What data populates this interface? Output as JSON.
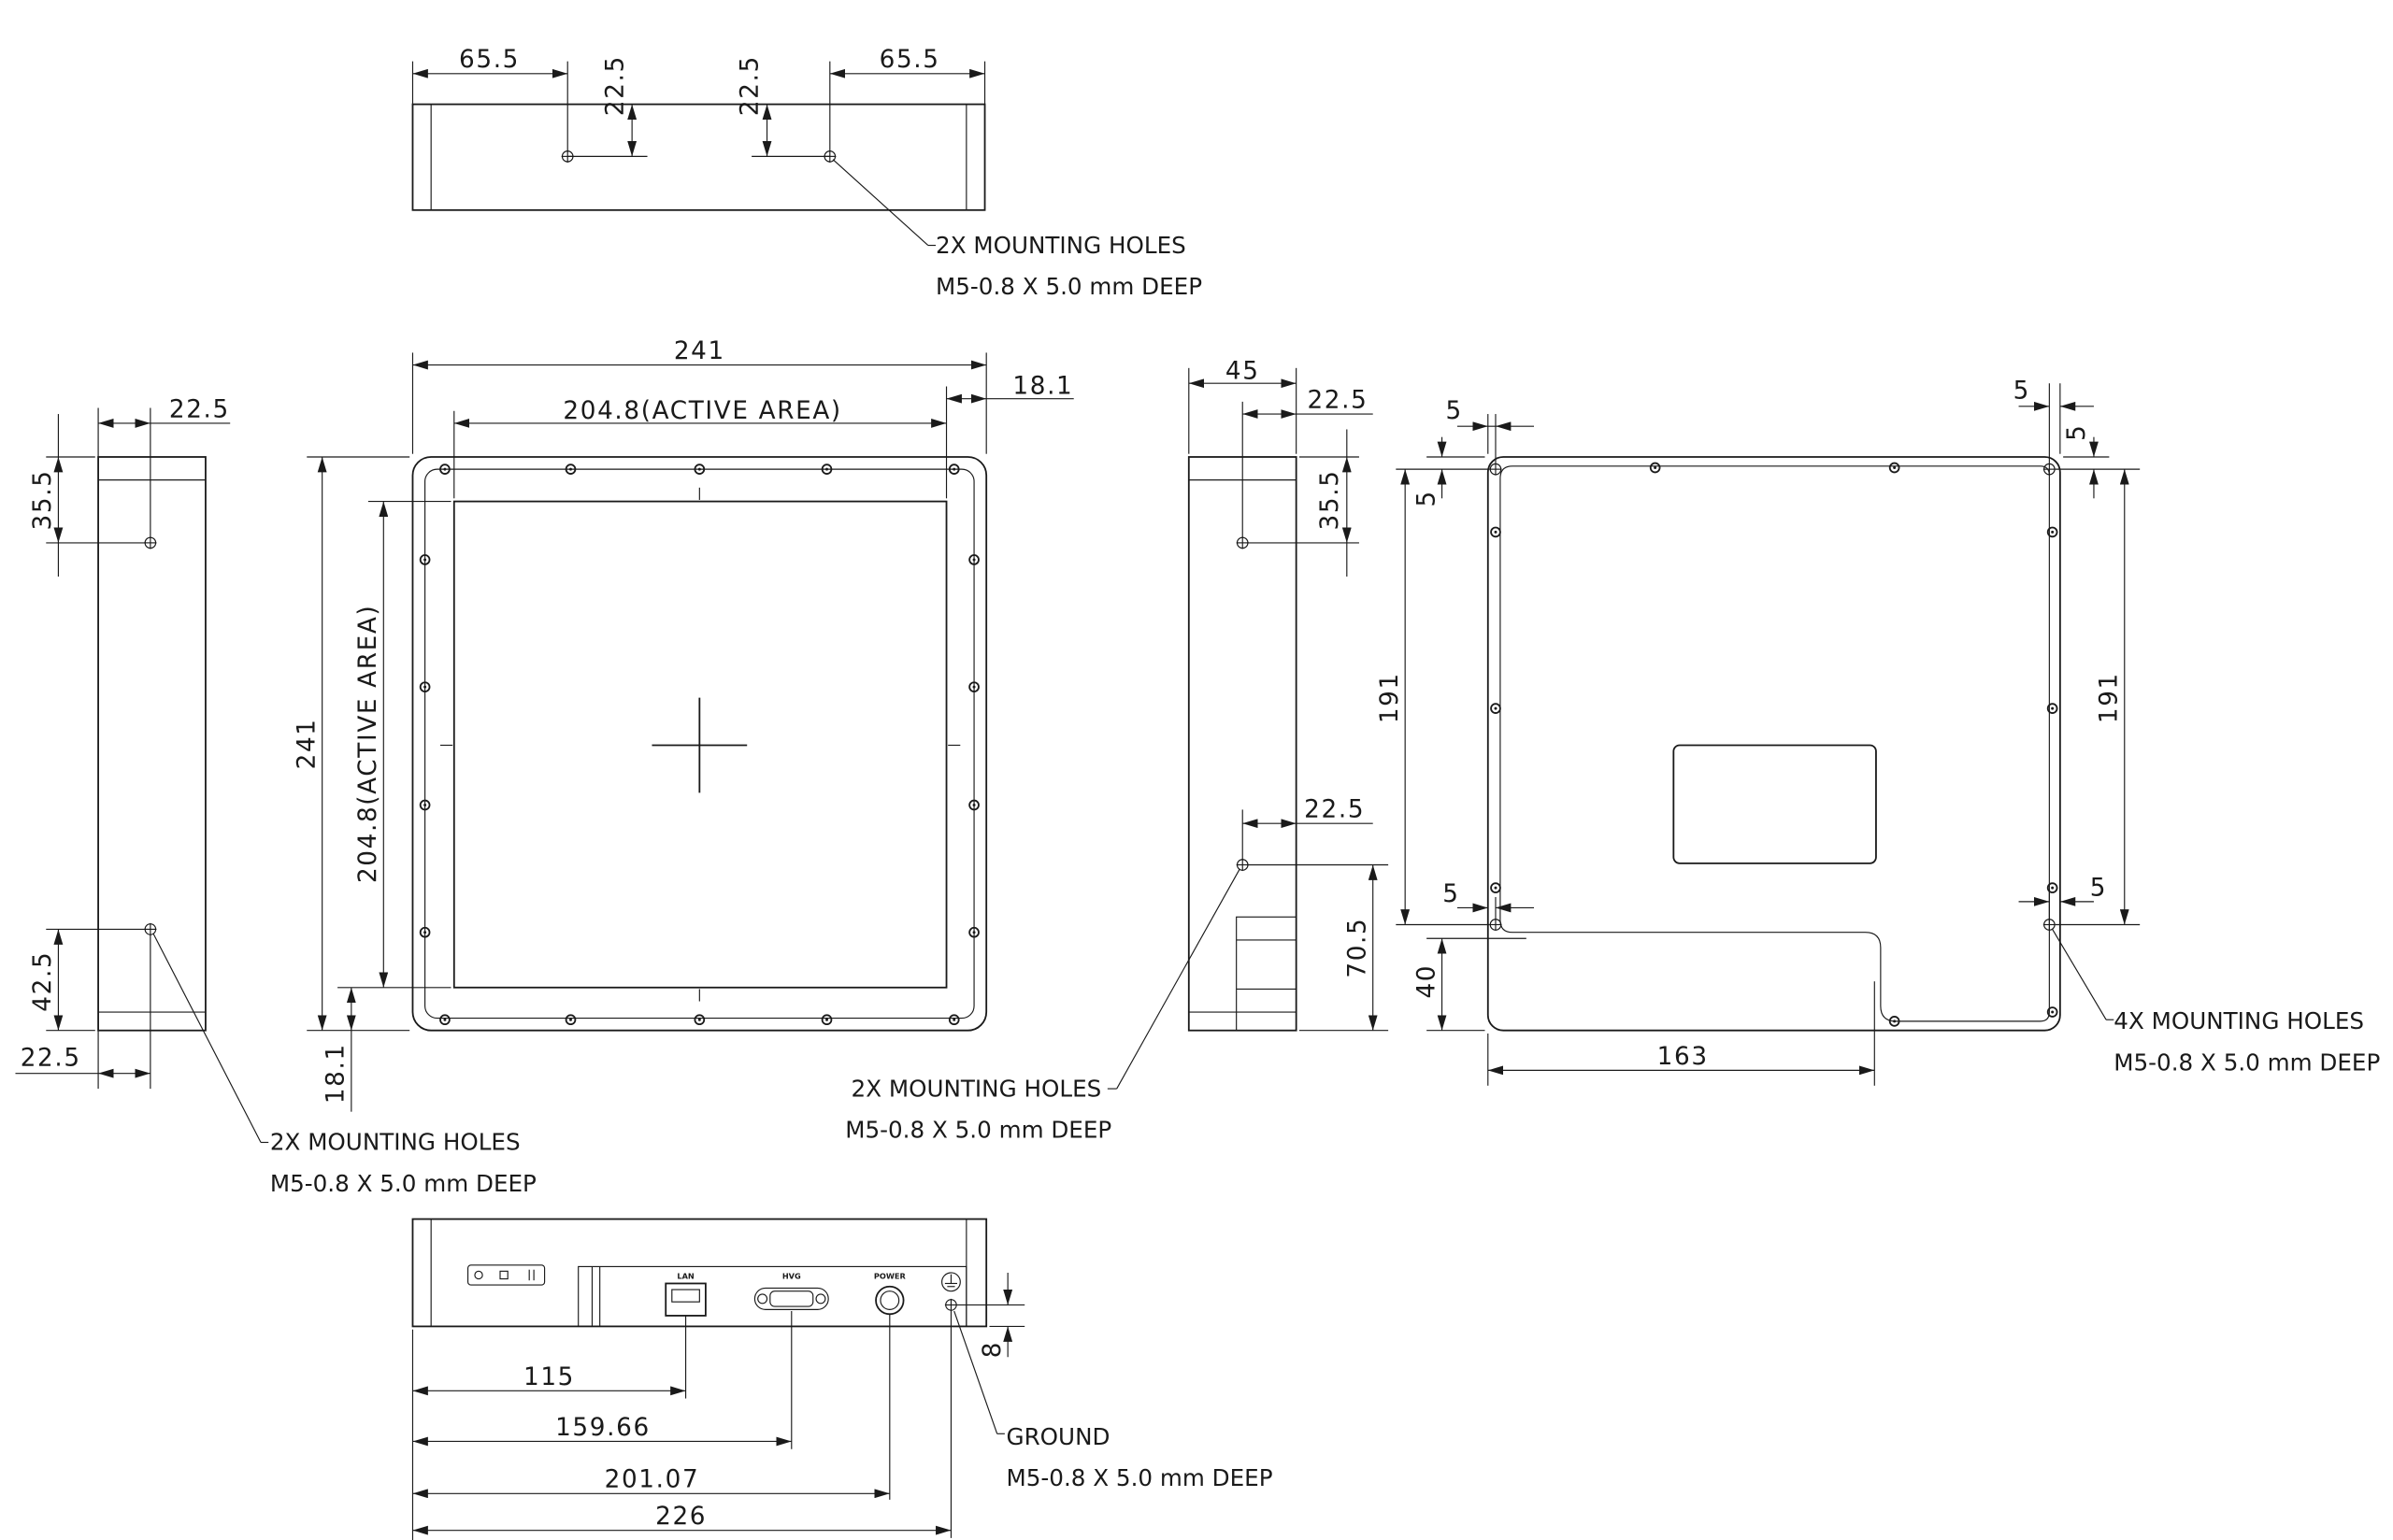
{
  "colors": {
    "line": "#1a1a1a",
    "background": "#ffffff"
  },
  "top_view": {
    "dims": [
      "65.5",
      "22.5",
      "22.5",
      "65.5"
    ],
    "callout": [
      "2X MOUNTING HOLES",
      "M5-0.8 X 5.0 mm DEEP"
    ]
  },
  "front_view": {
    "dims": [
      "241",
      "204.8(ACTIVE AREA)",
      "18.1",
      "241",
      "204.8(ACTIVE AREA)",
      "18.1"
    ]
  },
  "left_view": {
    "dims": [
      "22.5",
      "35.5",
      "42.5",
      "22.5"
    ],
    "callout": [
      "2X MOUNTING HOLES",
      "M5-0.8 X 5.0 mm DEEP"
    ]
  },
  "right_view": {
    "dims": [
      "45",
      "22.5",
      "35.5",
      "22.5",
      "70.5"
    ],
    "callout": [
      "2X MOUNTING HOLES",
      "M5-0.8 X 5.0 mm DEEP"
    ]
  },
  "bottom_view": {
    "dims": [
      "5",
      "5",
      "5",
      "5",
      "191",
      "191",
      "5",
      "5",
      "40",
      "163"
    ],
    "callout": [
      "4X MOUNTING HOLES",
      "M5-0.8 X 5.0 mm DEEP"
    ]
  },
  "rear_view": {
    "connectors": [
      "LAN",
      "HVG",
      "POWER"
    ],
    "dims": [
      "115",
      "159.66",
      "201.07",
      "226",
      "8"
    ],
    "callout": [
      "GROUND",
      "M5-0.8 X 5.0 mm DEEP"
    ]
  }
}
